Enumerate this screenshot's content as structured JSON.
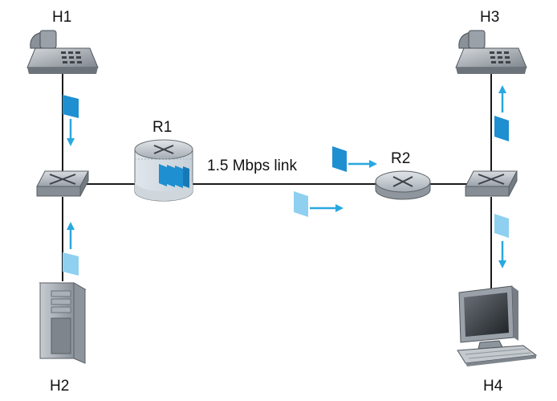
{
  "labels": {
    "h1": "H1",
    "h2": "H2",
    "h3": "H3",
    "h4": "H4",
    "r1": "R1",
    "r2": "R2",
    "link": "1.5 Mbps link"
  },
  "colors": {
    "packet_dark": "#1e8fd0",
    "packet_light": "#8fd0f0",
    "arrow": "#29a8e0",
    "line": "#1a1a1a",
    "device_grey": "#b8bec4"
  },
  "icons": {
    "h1": "telephone-icon",
    "h3": "telephone-icon",
    "h2": "server-tower-icon",
    "h4": "desktop-computer-icon",
    "switches": "switch-icon",
    "r1": "router-with-queue-icon",
    "r2": "router-icon"
  }
}
